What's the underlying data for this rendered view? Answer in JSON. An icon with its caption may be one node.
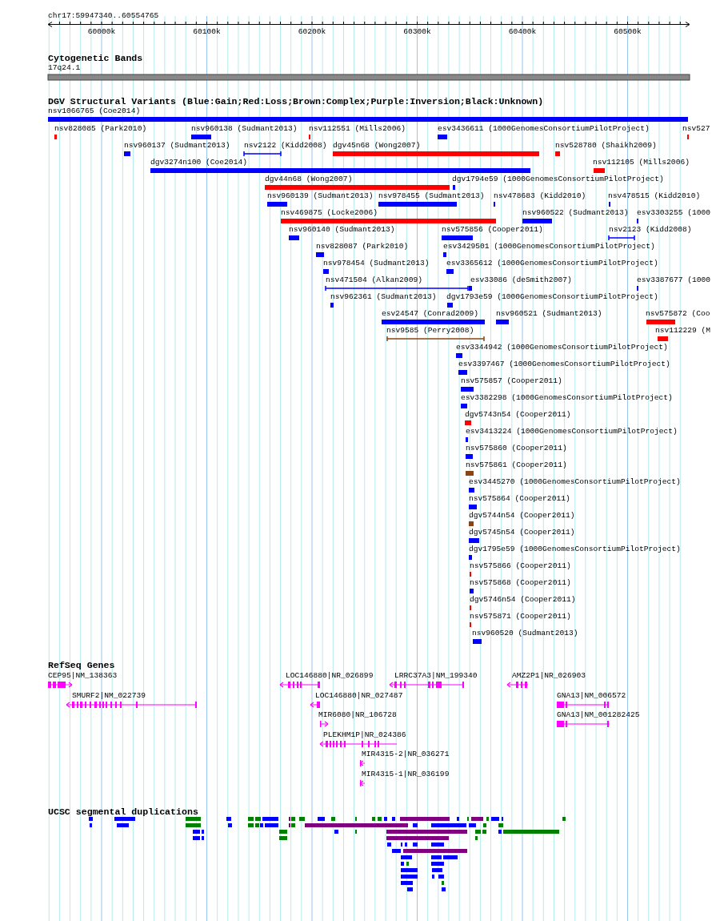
{
  "diagram": {
    "labels": [
      "chr17:59947340..60554765",
      "60000k",
      "60100k",
      "60200k",
      "60300k",
      "60400k",
      "60500k",
      "Cytogenetic Bands",
      "17q24.1",
      "DGV Structural Variants (Blue:Gain;Red:Loss;Brown:Complex;Purple:Inversion;Black:Unknown)",
      "nsv1066765 (Coe2014)",
      "nsv828085 (Park2010)",
      "nsv960138 (Sudmant2013)",
      "nsv112551 (Mills2006)",
      "esv3436611 (1000GenomesConsortiumPilotProject)",
      "nsv527",
      "nsv960137 (Sudmant2013)",
      "nsv2122 (Kidd2008)",
      "dgv45n68 (Wong2007)",
      "nsv528780 (Shaikh2009)",
      "dgv3274n100 (Coe2014)",
      "nsv112105 (Mills2006)",
      "dgv44n68 (Wong2007)",
      "dgv1794e59 (1000GenomesConsortiumPilotProject)",
      "nsv960139 (Sudmant2013)",
      "nsv978455 (Sudmant2013)",
      "nsv478683 (Kidd2010)",
      "nsv478515 (Kidd2010)",
      "nsv469875 (Locke2006)",
      "nsv960522 (Sudmant2013)",
      "esv3303255 (1000",
      "nsv960140 (Sudmant2013)",
      "nsv575856 (Cooper2011)",
      "nsv2123 (Kidd2008)",
      "nsv828087 (Park2010)",
      "esv3429501 (1000GenomesConsortiumPilotProject)",
      "nsv978454 (Sudmant2013)",
      "esv3365612 (1000GenomesConsortiumPilotProject)",
      "nsv471504 (Alkan2009)",
      "esv33086 (deSmith2007)",
      "esv3387677 (1000",
      "nsv962361 (Sudmant2013)",
      "dgv1793e59 (1000GenomesConsortiumPilotProject)",
      "esv24547 (Conrad2009)",
      "nsv960521 (Sudmant2013)",
      "nsv575872 (Coo",
      "nsv9585 (Perry2008)",
      "nsv112229 (M",
      "esv3344942 (1000GenomesConsortiumPilotProject)",
      "esv3397467 (1000GenomesConsortiumPilotProject)",
      "nsv575857 (Cooper2011)",
      "esv3382298 (1000GenomesConsortiumPilotProject)",
      "dgv5743n54 (Cooper2011)",
      "esv3413224 (1000GenomesConsortiumPilotProject)",
      "nsv575860 (Cooper2011)",
      "nsv575861 (Cooper2011)",
      "esv3445270 (1000GenomesConsortiumPilotProject)",
      "nsv575864 (Cooper2011)",
      "dgv5744n54 (Cooper2011)",
      "dgv5745n54 (Cooper2011)",
      "dgv1795e59 (1000GenomesConsortiumPilotProject)",
      "nsv575866 (Cooper2011)",
      "nsv575868 (Cooper2011)",
      "dgv5746n54 (Cooper2011)",
      "nsv575871 (Cooper2011)",
      "nsv960520 (Sudmant2013)",
      "RefSeq Genes",
      "CEP95|NM_138363",
      "LOC146880|NR_026899",
      "LRRC37A3|NM_199340",
      "AMZ2P1|NR_026903",
      "SMURF2|NM_022739",
      "LOC146880|NR_027487",
      "GNA13|NM_006572",
      "MIR6080|NR_106728",
      "GNA13|NM_001282425",
      "PLEKHM1P|NR_024386",
      "MIR4315-2|NR_036271",
      "MIR4315-1|NR_036199",
      "UCSC segmental duplications"
    ]
  }
}
